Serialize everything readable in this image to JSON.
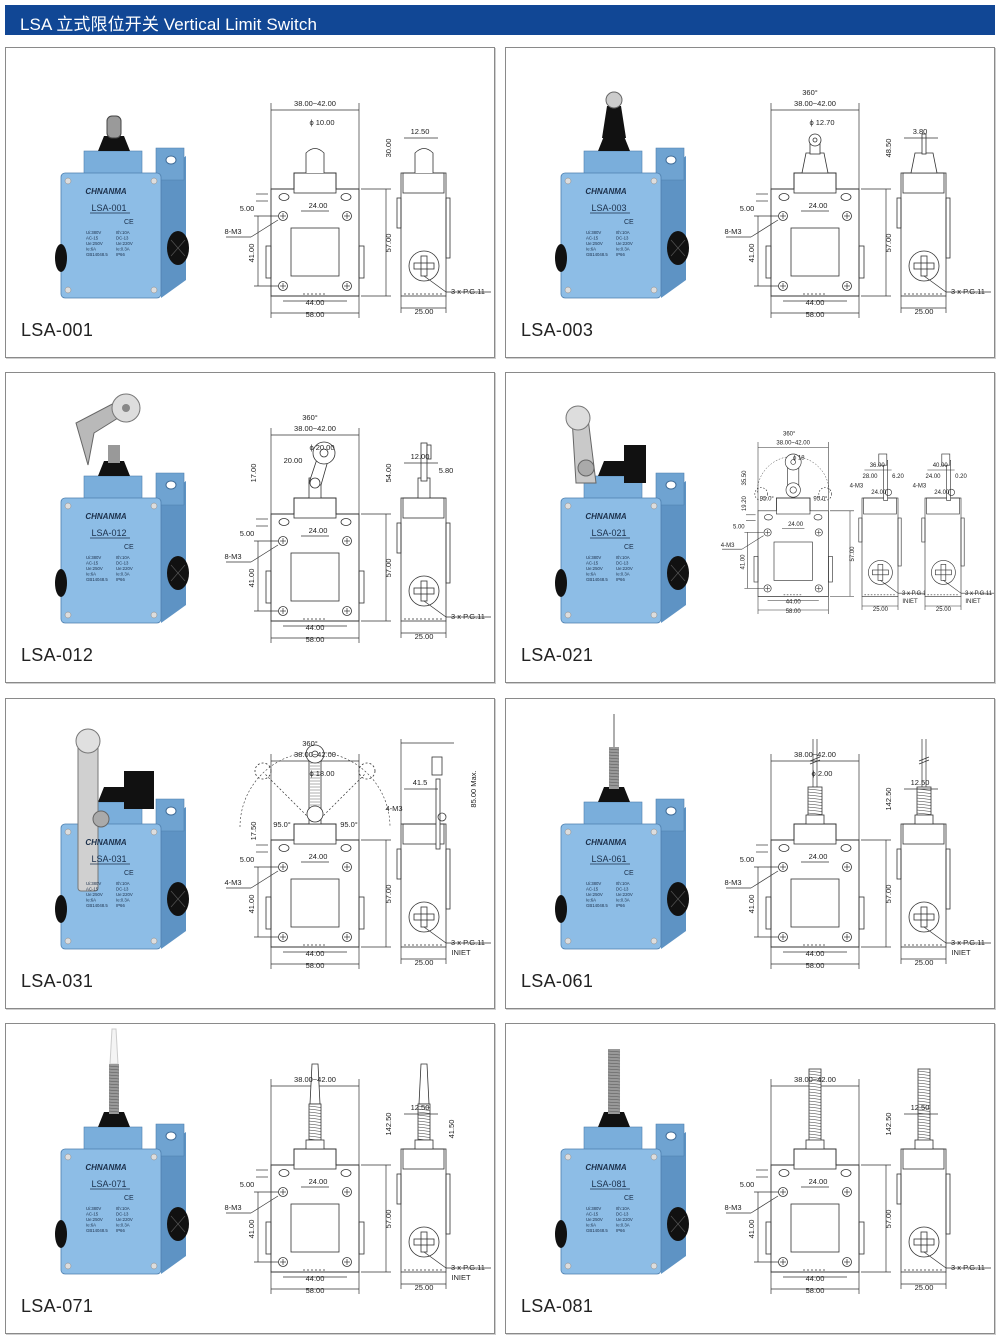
{
  "header": {
    "title": "LSA 立式限位开关 Vertical Limit Switch"
  },
  "brand": "CHNANMA",
  "specs": {
    "left": [
      "Ui:380V",
      "AC-15",
      "Ue:250V",
      "Ie:6A",
      "GB14048.5"
    ],
    "right": [
      "Ith:10A",
      "DC-13",
      "Ue:220V",
      "Ie:0.3A",
      "IP66"
    ],
    "ce": "CE"
  },
  "cards": [
    {
      "model": "LSA-001",
      "actuator": "plunger",
      "dims": {
        "top_span": "38.00~42.00",
        "act_dia": "ϕ 10.00",
        "upper_h": "30.00",
        "mount": "5.00",
        "inner": "24.00",
        "screw": "8-M3",
        "h41": "41.00",
        "h57": "57.00",
        "w44": "44.00",
        "w58": "58.00",
        "side_top": "12.50",
        "side_w": "25.00",
        "pg": "3 x P.G.11"
      }
    },
    {
      "model": "LSA-003",
      "actuator": "roller-plunger",
      "dims": {
        "rotation": "360°",
        "act_dia": "ϕ 12.70",
        "top_span": "38.00~42.00",
        "upper_h": "48.50",
        "mount": "5.00",
        "inner": "24.00",
        "screw": "8-M3",
        "h41": "41.00",
        "h57": "57.00",
        "w44": "44.00",
        "w58": "58.00",
        "side_top": "3.80",
        "side_w": "25.00",
        "pg": "3 x P.G.11"
      }
    },
    {
      "model": "LSA-012",
      "actuator": "roller-lever",
      "dims": {
        "rotation": "360°",
        "act_dia": "ϕ 20.00",
        "top_span": "38.00~42.00",
        "ext_a": "20.00",
        "lever_h": "17.00",
        "upper_h": "54.00",
        "mount": "5.00",
        "inner": "24.00",
        "screw": "8-M3",
        "h41": "41.00",
        "h57": "57.00",
        "w44": "44.00",
        "w58": "58.00",
        "side_top": "12.00",
        "side_ext": "5.80",
        "side_w": "25.00",
        "pg": "3 x P.G.11"
      }
    },
    {
      "model": "LSA-021",
      "actuator": "roller-lever-short",
      "dims": {
        "act_dia": "ϕ 18",
        "rotation": "360°",
        "top_span": "38.00~42.00",
        "lever_h": "35.50",
        "lever_h2": "19.20",
        "angle_l": "95.0°",
        "angle_r": "95.0°",
        "mount": "5.00",
        "inner": "24.00",
        "screw": "4-M3",
        "h41": "41.00",
        "h57": "57.00",
        "w44": "44.00",
        "w58": "58.00",
        "side_top": "36.00",
        "side_sub": "28.00",
        "side_ext": "6.20",
        "side_m3": "4-M3",
        "side_inner": "24.00",
        "side_w": "25.00",
        "pg": "3 x P.G.11",
        "inlet": "INIET"
      },
      "dims2": {
        "side_top": "40.00",
        "side_sub": "24.00",
        "side_ext": "0.20",
        "side_m3": "4-M3",
        "side_inner": "24.00",
        "side_w": "25.00",
        "pg": "3 x P.G.11",
        "inlet": "INIET"
      }
    },
    {
      "model": "LSA-031",
      "actuator": "adjustable-rod",
      "dims": {
        "top_span": "38.00~42.00",
        "act_dia": "ϕ 18.00",
        "rotation": "360°",
        "angle_l": "95.0°",
        "angle_r": "95.0°",
        "lever_h2": "17.50",
        "mount": "5.00",
        "inner": "24.00",
        "screw": "4-M3",
        "h41": "41.00",
        "h57": "57.00",
        "w44": "44.00",
        "w58": "58.00",
        "side_top": "41.5",
        "side_m3": "4-M3",
        "side_v": "85.00 Max.",
        "side_w": "25.00",
        "pg": "3 x P.G.11",
        "inlet": "INIET"
      }
    },
    {
      "model": "LSA-061",
      "actuator": "spring-wire",
      "dims": {
        "top_span": "38.00~42.00",
        "act_dia": "ϕ 2.00",
        "upper_h": "142.50",
        "mount": "5.00",
        "inner": "24.00",
        "screw": "8-M3",
        "h41": "41.00",
        "h57": "57.00",
        "w44": "44.00",
        "w58": "58.00",
        "side_top": "12.50",
        "side_w": "25.00",
        "pg": "3 x P.G.11",
        "inlet": "INIET"
      }
    },
    {
      "model": "LSA-071",
      "actuator": "plastic-rod",
      "dims": {
        "top_span": "38.00~42.00",
        "upper_h": "142.50",
        "mount": "5.00",
        "inner": "24.00",
        "screw": "8-M3",
        "h41": "41.00",
        "h57": "57.00",
        "w44": "44.00",
        "w58": "58.00",
        "side_top": "12.50",
        "side_v2": "41.50",
        "side_w": "25.00",
        "pg": "3 x P.G.11",
        "inlet": "INIET"
      }
    },
    {
      "model": "LSA-081",
      "actuator": "spring-rod",
      "dims": {
        "top_span": "38.00~42.00",
        "upper_h": "142.50",
        "mount": "5.00",
        "inner": "24.00",
        "screw": "8-M3",
        "h41": "41.00",
        "h57": "57.00",
        "w44": "44.00",
        "w58": "58.00",
        "side_top": "12.50",
        "side_w": "25.00",
        "pg": "3 x P.G.11"
      }
    }
  ]
}
